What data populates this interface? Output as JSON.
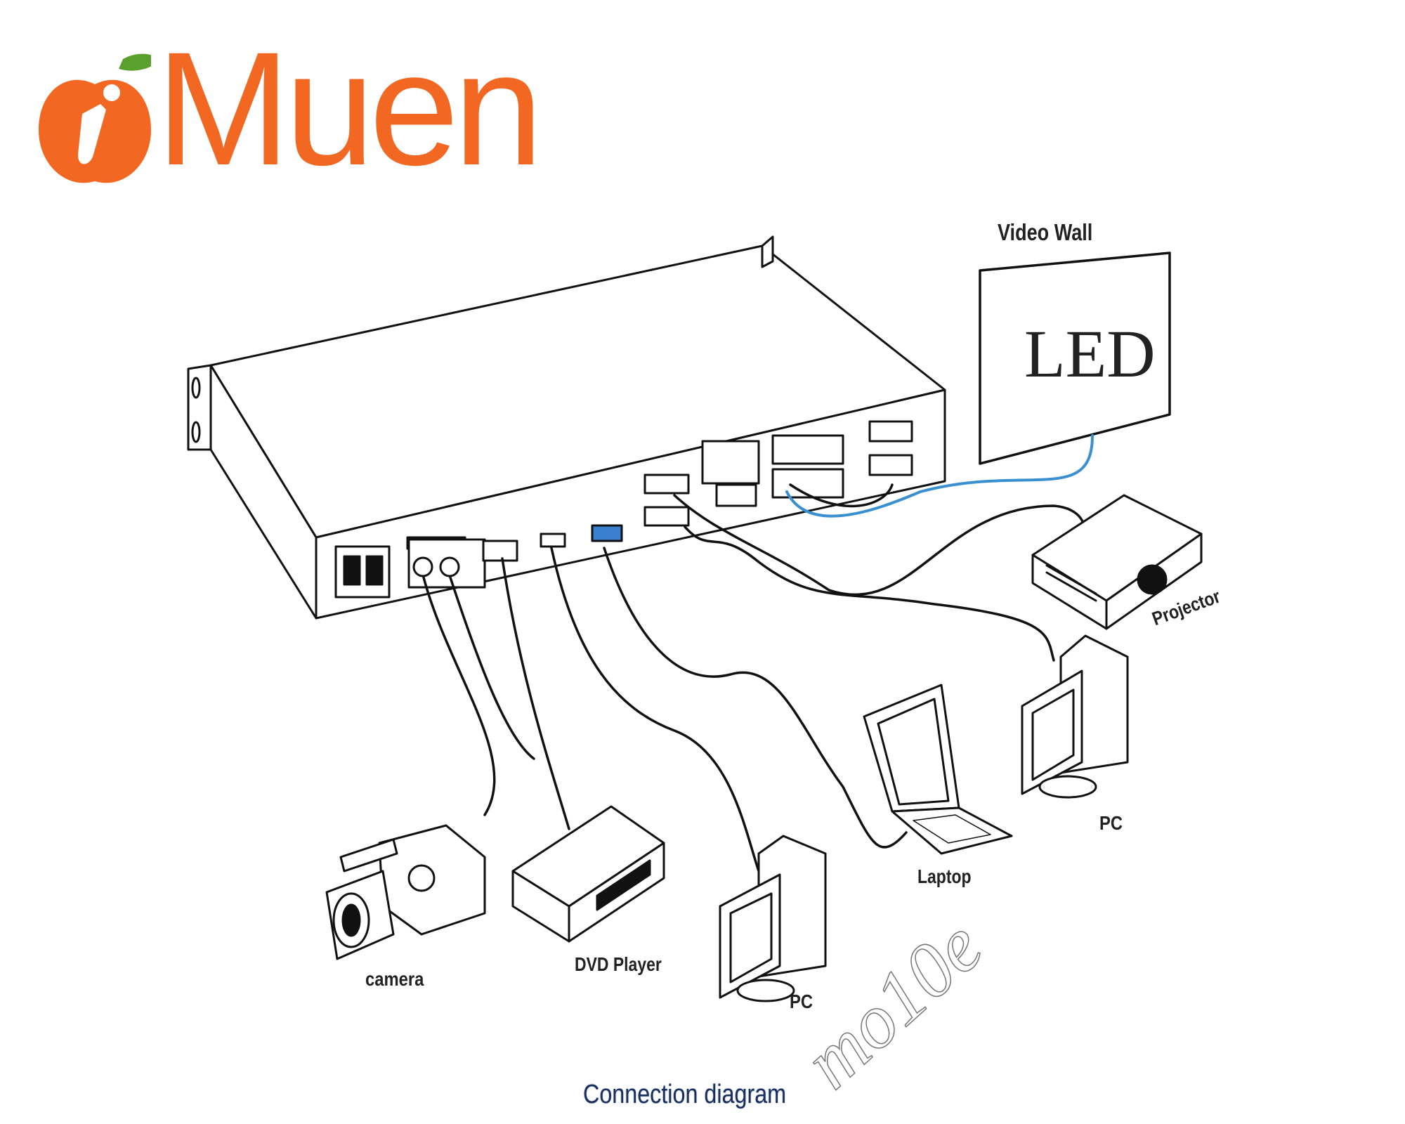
{
  "brand": {
    "name": "Muen",
    "primary_color": "#f26722",
    "leaf_color": "#5aa02c"
  },
  "diagram": {
    "labels": {
      "video_wall": "Video Wall",
      "led_screen": "LED",
      "projector": "Projector",
      "pc_right": "PC",
      "laptop": "Laptop",
      "pc_left": "PC",
      "dvd_player": "DVD Player",
      "camera": "camera"
    },
    "caption": "Connection diagram",
    "watermark": "mo10e",
    "colors": {
      "line": "#111111",
      "network_cable": "#3a8fd0",
      "vga_port": "#3a7fd0"
    }
  }
}
